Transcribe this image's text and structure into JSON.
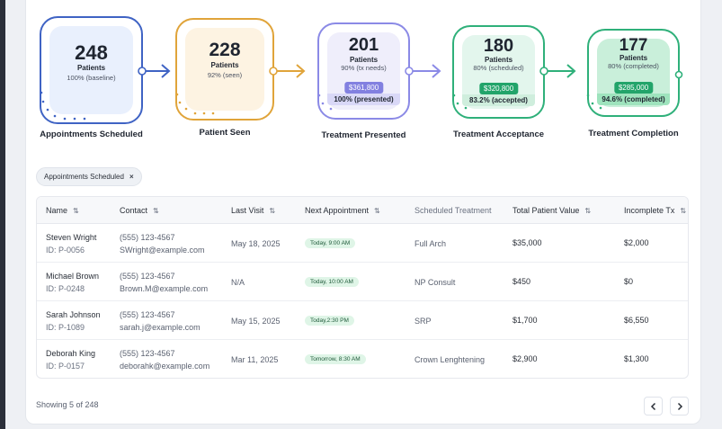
{
  "funnel": [
    {
      "count": "248",
      "unit": "Patients",
      "pct": "100% (baseline)",
      "title": "Appointments Scheduled",
      "color": "#3f63c4",
      "inner": "#e9f0fd",
      "value": "",
      "band": "",
      "band_color": ""
    },
    {
      "count": "228",
      "unit": "Patients",
      "pct": "92% (seen)",
      "title": "Patient Seen",
      "color": "#e0a43a",
      "inner": "#fdf3e2",
      "value": "",
      "band": "",
      "band_color": ""
    },
    {
      "count": "201",
      "unit": "Patients",
      "pct": "90% (tx needs)",
      "title": "Treatment Presented",
      "color": "#8b8ae6",
      "inner": "#efeefb",
      "value": "$361,800",
      "band": "100% (presented)",
      "band_color": "#d9d8f7",
      "pill_color": "#8280e0"
    },
    {
      "count": "180",
      "unit": "Patients",
      "pct": "80% (scheduled)",
      "title": "Treatment Acceptance",
      "color": "#2fb07a",
      "inner": "#e3f6ed",
      "value": "$320,800",
      "band": "83.2% (accepted)",
      "band_color": "#cfeedd",
      "pill_color": "#22a46a"
    },
    {
      "count": "177",
      "unit": "Patients",
      "pct": "80% (completed)",
      "title": "Treatment Completion",
      "color": "#2fb07a",
      "inner": "#c9efda",
      "value": "$285,000",
      "band": "94.6% (completed)",
      "band_color": "#9ee3bd",
      "pill_color": "#22a46a"
    }
  ],
  "filter": {
    "label": "Appointments Scheduled",
    "close": "×"
  },
  "table": {
    "headers": [
      "Name",
      "Contact",
      "Last Visit",
      "Next Appointment",
      "Scheduled Treatment",
      "Total Patient Value",
      "Incomplete Tx"
    ],
    "sort_icon": "⇅",
    "rows": [
      {
        "name": "Steven Wright",
        "id": "ID: P-0056",
        "phone": "(555) 123-4567",
        "email": "SWright@example.com",
        "last_visit": "May 18, 2025",
        "next_appt": "Today, 9:00 AM",
        "treatment": "Full Arch",
        "value": "$35,000",
        "incomplete": "$2,000"
      },
      {
        "name": "Michael Brown",
        "id": "ID: P-0248",
        "phone": "(555) 123-4567",
        "email": "Brown.M@example.com",
        "last_visit": "N/A",
        "next_appt": "Today, 10:00 AM",
        "treatment": "NP Consult",
        "value": "$450",
        "incomplete": "$0"
      },
      {
        "name": "Sarah Johnson",
        "id": "ID: P-1089",
        "phone": "(555) 123-4567",
        "email": "sarah.j@example.com",
        "last_visit": "May 15, 2025",
        "next_appt": "Today,2:30 PM",
        "treatment": "SRP",
        "value": "$1,700",
        "incomplete": "$6,550"
      },
      {
        "name": "Deborah King",
        "id": "ID: P-0157",
        "phone": "(555) 123-4567",
        "email": "deborahk@example.com",
        "last_visit": "Mar 11, 2025",
        "next_appt": "Tomorrow, 8:30 AM",
        "treatment": "Crown Lenghtening",
        "value": "$2,900",
        "incomplete": "$1,300"
      }
    ]
  },
  "footer": {
    "showing": "Showing 5 of 248",
    "prev_icon": "chevron-left-icon",
    "next_icon": "chevron-right-icon"
  }
}
